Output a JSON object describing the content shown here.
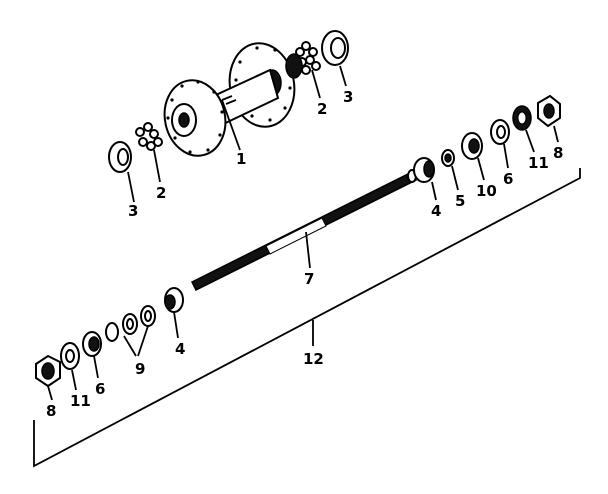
{
  "diagram": {
    "callouts": {
      "c1": "1",
      "c2a": "2",
      "c3a": "3",
      "c2b": "2",
      "c3b": "3",
      "c4a": "4",
      "c5": "5",
      "c10a": "10",
      "c6a": "6",
      "c11a": "11",
      "c8a": "8",
      "c7": "7",
      "c4b": "4",
      "c9": "9",
      "c6b": "6",
      "c11b": "11",
      "c8b": "8",
      "c12": "12"
    }
  }
}
